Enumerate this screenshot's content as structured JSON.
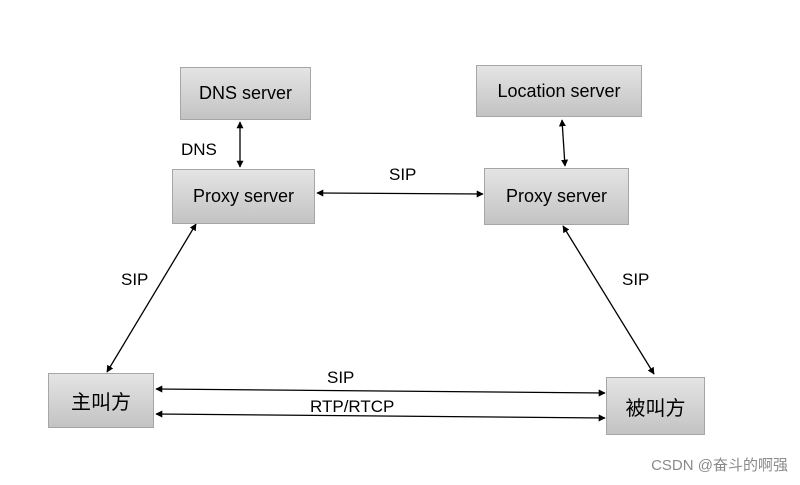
{
  "nodes": {
    "dns_server": "DNS server",
    "location_server": "Location server",
    "proxy_left": "Proxy server",
    "proxy_right": "Proxy server",
    "caller": "主叫方",
    "callee": "被叫方"
  },
  "edges": {
    "dns": "DNS",
    "proxy_proxy": "SIP",
    "caller_proxy": "SIP",
    "callee_proxy": "SIP",
    "caller_callee_sip": "SIP",
    "caller_callee_media": "RTP/RTCP"
  },
  "watermark": "CSDN @奋斗的啊强"
}
